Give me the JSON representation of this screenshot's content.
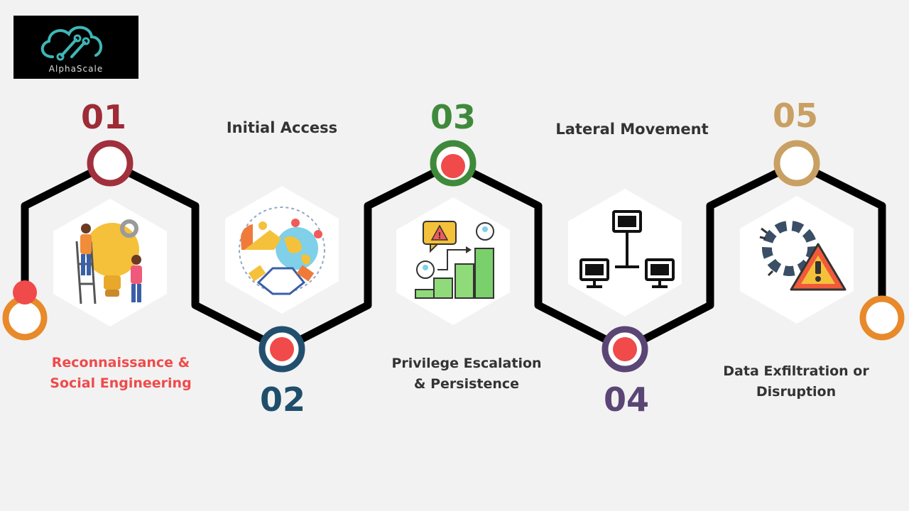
{
  "brand": {
    "name": "AlphaScale"
  },
  "steps": [
    {
      "number": "01",
      "title": "Reconnaissance & Social Engineering",
      "lines": [
        "Reconnaissance &",
        "Social Engineering"
      ],
      "number_color": "#9e2b35",
      "ring_color": "#a0303c",
      "icon": "lightbulb-team-icon"
    },
    {
      "number": "02",
      "title": "Initial Access",
      "lines": [
        "Initial Access"
      ],
      "number_color": "#1f4e6b",
      "ring_color": "#234f6e",
      "icon": "handshake-globe-icon"
    },
    {
      "number": "03",
      "title": "Privilege Escalation & Persistence",
      "lines": [
        "Privilege Escalation",
        "& Persistence"
      ],
      "number_color": "#3f8a3a",
      "ring_color": "#3f8a3a",
      "icon": "escalation-chart-icon"
    },
    {
      "number": "04",
      "title": "Lateral Movement",
      "lines": [
        "Lateral Movement"
      ],
      "number_color": "#5a4575",
      "ring_color": "#5a4575",
      "icon": "network-computers-icon"
    },
    {
      "number": "05",
      "title": "Data Exfiltration or Disruption",
      "lines": [
        "Data Exfiltration or",
        "Disruption"
      ],
      "number_color": "#c9a063",
      "ring_color": "#c9a063",
      "icon": "gear-warning-icon"
    }
  ],
  "colors": {
    "highlight_label": "#f04a4a",
    "path": "#000000",
    "dot": "#f04a4a",
    "end_ring": "#e8892a"
  }
}
